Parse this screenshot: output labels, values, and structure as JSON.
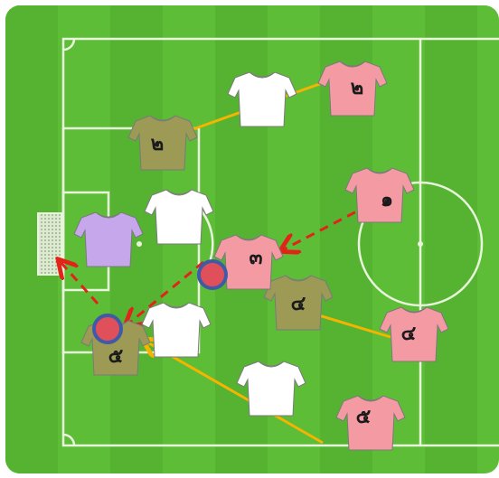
{
  "board": {
    "colors": {
      "grass_light": "#6fcf3c",
      "grass_dark": "#4fb12a",
      "lines": "#e8f5dc",
      "team_pink": "#f49aa3",
      "team_olive": "#9c9a55",
      "team_white": "#ffffff",
      "goalkeeper": "#c6a7ec",
      "pass_arrow": "#f5b400",
      "run_arrow": "#e2231a",
      "ball_marker_fill": "#e0505a",
      "ball_marker_ring": "#3f5aa6"
    },
    "jerseys": [
      {
        "id": "pink-2",
        "team": "pink",
        "number": "๒"
      },
      {
        "id": "pink-1",
        "team": "pink",
        "number": "๑"
      },
      {
        "id": "pink-3",
        "team": "pink",
        "number": "๓"
      },
      {
        "id": "pink-4",
        "team": "pink",
        "number": "๔"
      },
      {
        "id": "pink-5",
        "team": "pink",
        "number": "๕"
      },
      {
        "id": "olive-2",
        "team": "olive",
        "number": "๒"
      },
      {
        "id": "olive-4",
        "team": "olive",
        "number": "๔"
      },
      {
        "id": "olive-5",
        "team": "olive",
        "number": "๕"
      },
      {
        "id": "white-1",
        "team": "white",
        "number": ""
      },
      {
        "id": "white-2",
        "team": "white",
        "number": ""
      },
      {
        "id": "white-3",
        "team": "white",
        "number": ""
      },
      {
        "id": "white-4",
        "team": "white",
        "number": ""
      },
      {
        "id": "goalkeeper",
        "team": "purple",
        "number": ""
      }
    ]
  }
}
